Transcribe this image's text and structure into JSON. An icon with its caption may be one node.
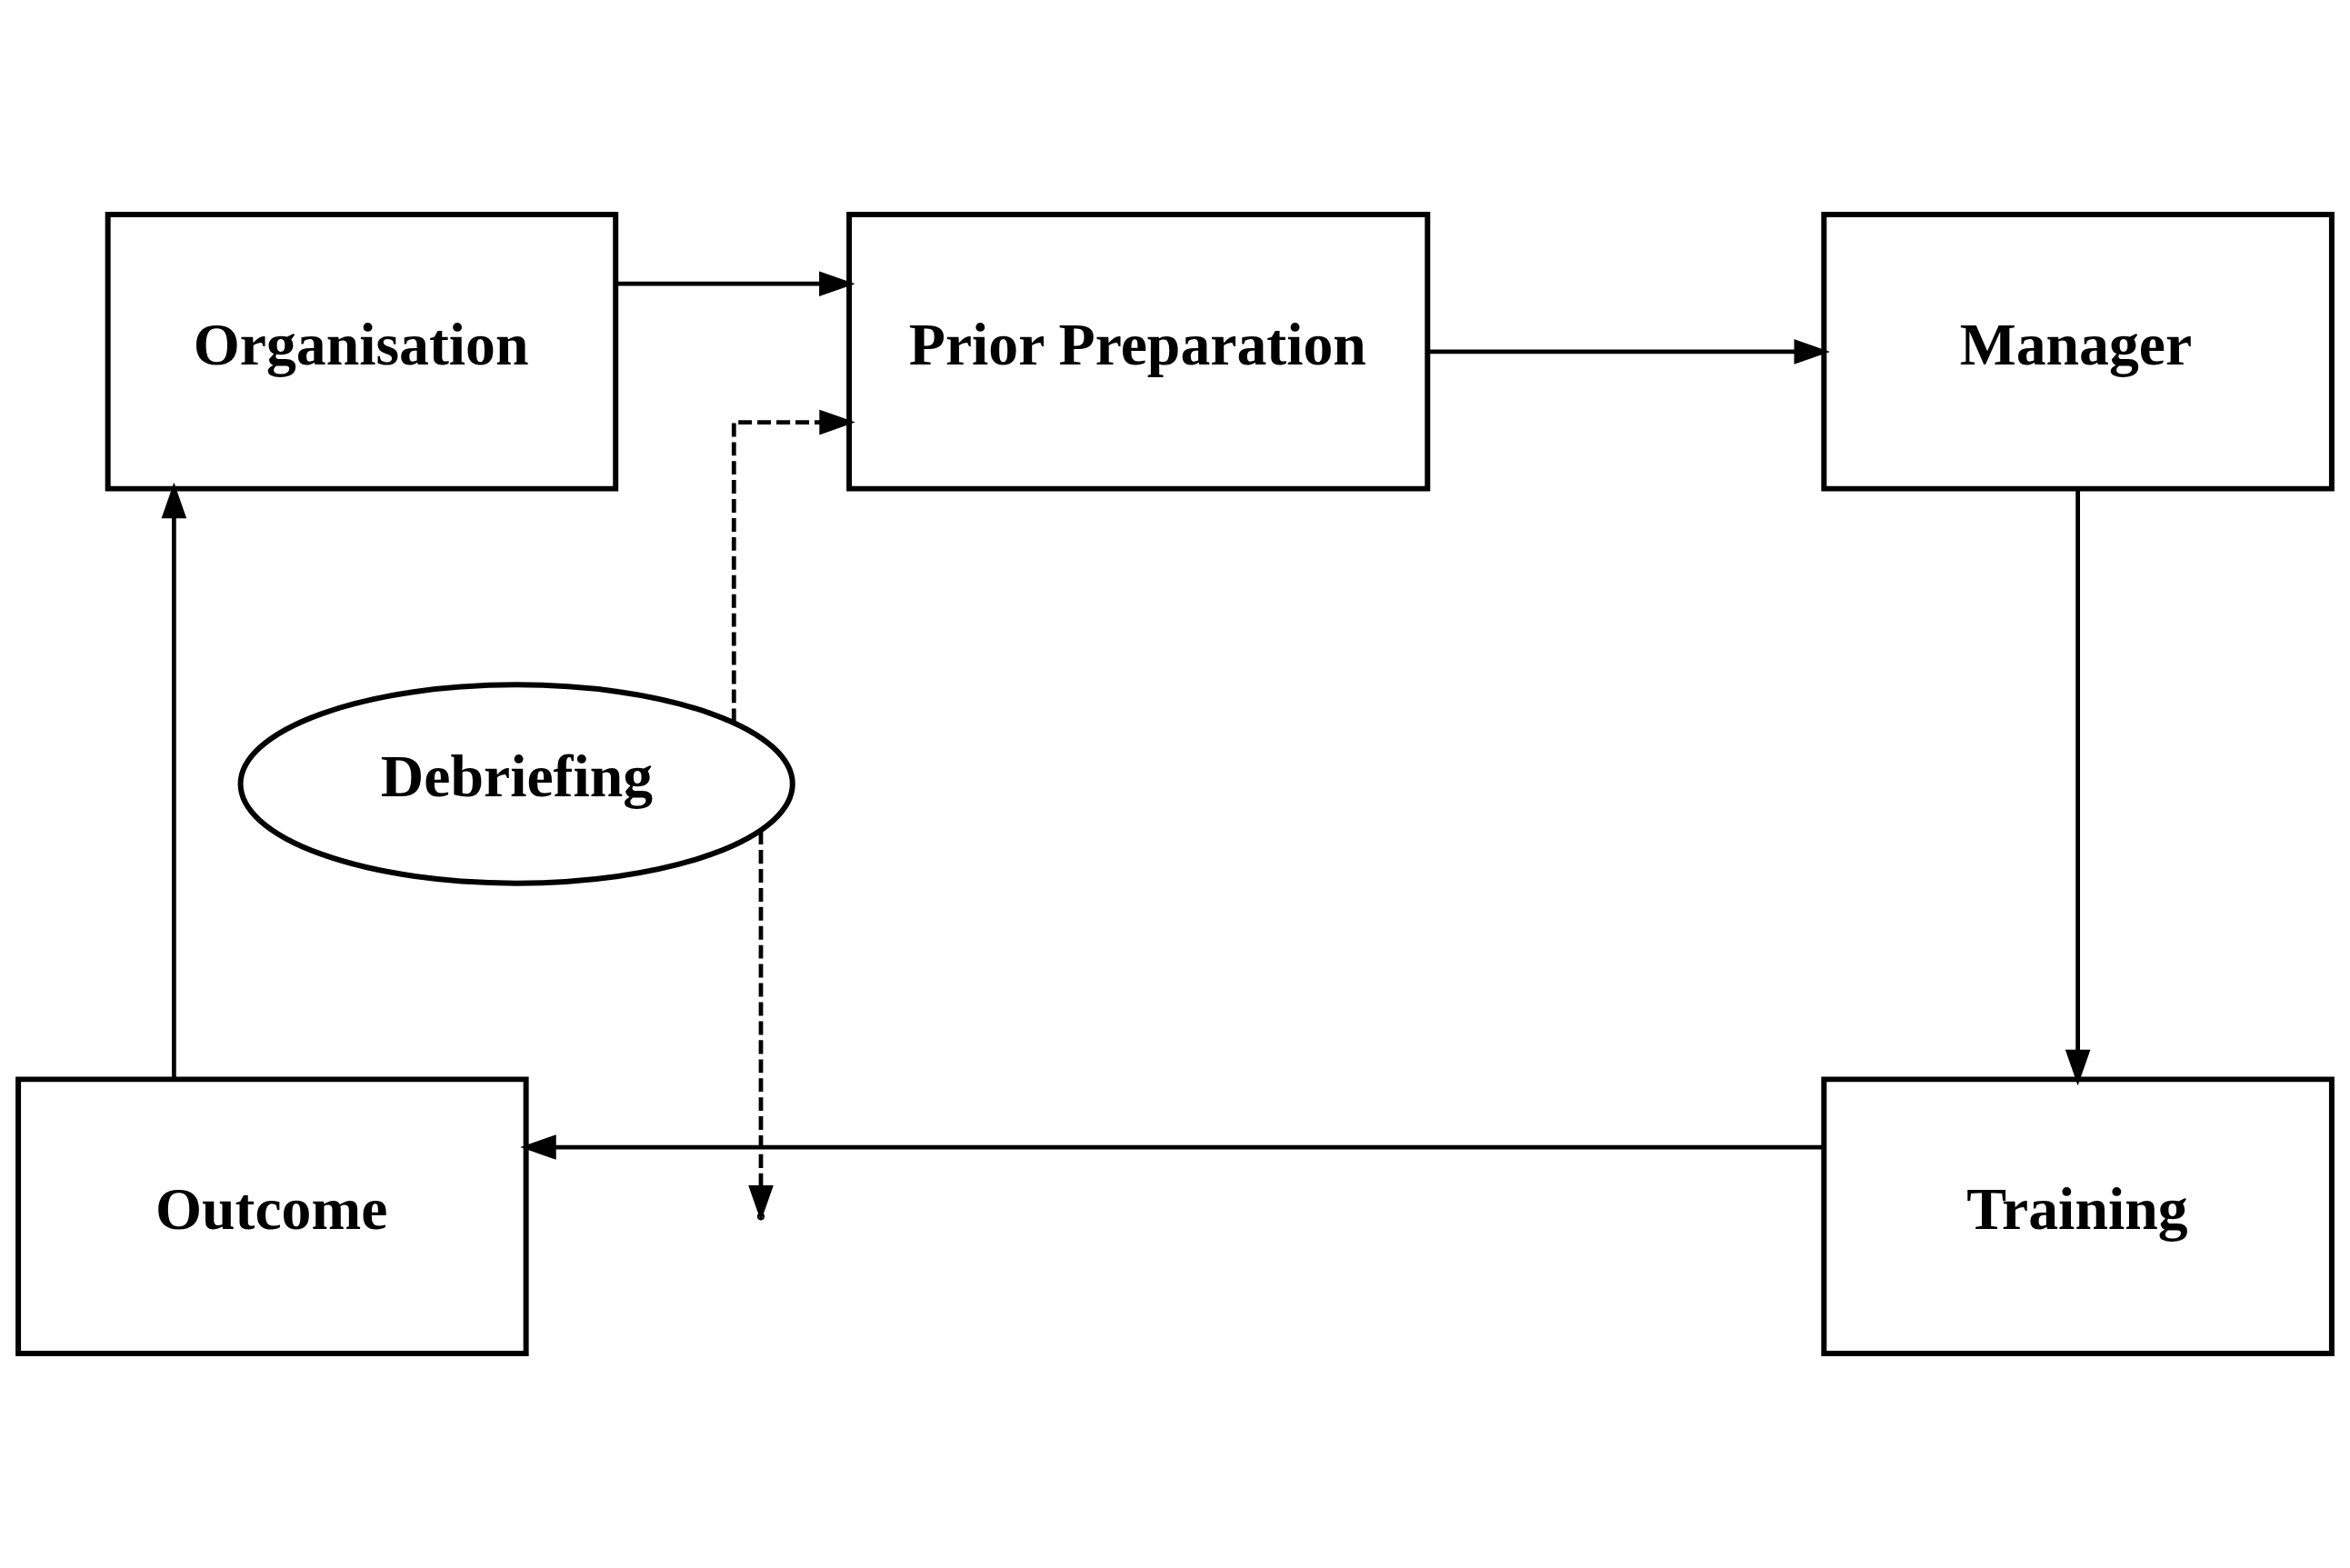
{
  "diagram": {
    "nodes": [
      {
        "text": [
          "Organisation"
        ]
      },
      {
        "text": [
          "Prior Preparation"
        ]
      },
      {
        "text": [
          "Manager"
        ]
      },
      {
        "text": [
          "Training"
        ]
      },
      {
        "text": [
          "Outcome"
        ]
      },
      {
        "text": [
          "Debriefing"
        ]
      }
    ],
    "edges": [
      {
        "from": 0,
        "to": 1,
        "arrow": "to"
      },
      {
        "from": 1,
        "to": 2,
        "arrow": "to"
      },
      {
        "from": 2,
        "to": 3,
        "arrow": "to"
      },
      {
        "from": 3,
        "to": 4,
        "arrow": "to"
      },
      {
        "from": 4,
        "to": 0,
        "arrow": "to"
      },
      {
        "from": 5,
        "to": 1,
        "arrow": "to",
        "style": "dashed"
      },
      {
        "from": 5,
        "to": null,
        "arrow": "to",
        "style": "dashed"
      }
    ]
  }
}
